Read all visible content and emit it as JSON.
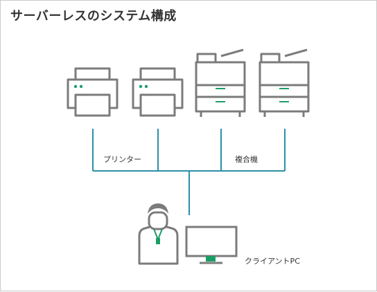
{
  "title": "サーバーレスのシステム構成",
  "labels": {
    "printer": "プリンター",
    "mfp": "複合機",
    "client": "クライアントPC"
  },
  "colors": {
    "device": "#7b7b7b",
    "accent": "#1b9e66",
    "connector": "#2a8fa6",
    "text": "#333333"
  },
  "icons": [
    "printer-icon",
    "printer-icon",
    "multifunction-printer-icon",
    "multifunction-printer-icon",
    "user-icon",
    "monitor-icon"
  ]
}
